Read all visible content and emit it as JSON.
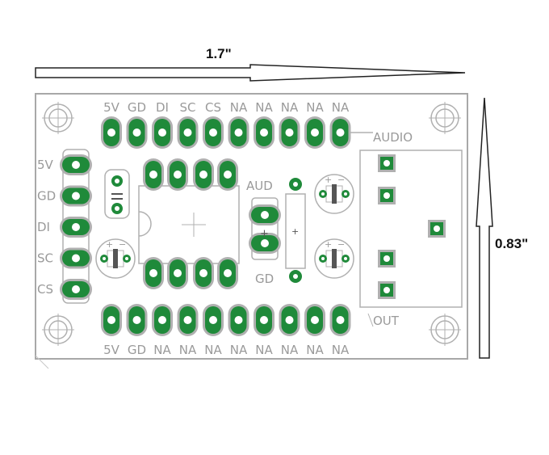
{
  "dimensions": {
    "width_label": "1.7\"",
    "height_label": "0.83\""
  },
  "top_header": {
    "labels": [
      "5V",
      "GD",
      "DI",
      "SC",
      "CS",
      "NA",
      "NA",
      "NA",
      "NA",
      "NA"
    ],
    "audio_label": "AUDIO"
  },
  "bottom_header": {
    "labels": [
      "5V",
      "GD",
      "NA",
      "NA",
      "NA",
      "NA",
      "NA",
      "NA",
      "NA",
      "NA"
    ]
  },
  "left_header": {
    "labels": [
      "5V",
      "GD",
      "DI",
      "SC",
      "CS"
    ]
  },
  "center": {
    "aud_label": "AUD",
    "gd_label": "GD",
    "plus_symbol": "+"
  },
  "jack": {
    "out_label": "OUT"
  },
  "colors": {
    "copper": "#1f8a3a",
    "silkscreen": "#9a9a9a",
    "pad": "#b0b0b0"
  }
}
